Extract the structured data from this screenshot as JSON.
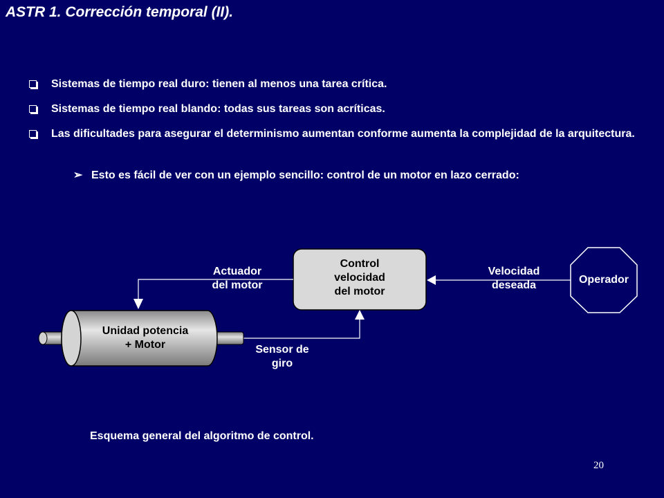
{
  "slide": {
    "title": "ASTR 1. Corrección temporal (II).",
    "bullets": [
      "Sistemas de tiempo real duro: tienen al menos una tarea crítica.",
      "Sistemas de tiempo real blando: todas sus tareas son acríticas.",
      "Las dificultades para asegurar el determinismo aumentan conforme aumenta la complejidad de la arquitectura."
    ],
    "sub_bullet": "Esto es fácil de ver con un ejemplo sencillo: control de un motor en lazo cerrado:",
    "caption": "Esquema general del algoritmo de control.",
    "page_number": "20"
  },
  "diagram": {
    "control_box": [
      "Control",
      "velocidad",
      "del motor"
    ],
    "operator": "Operador",
    "motor": [
      "Unidad potencia",
      "+ Motor"
    ],
    "actuator_label": [
      "Actuador",
      "del motor"
    ],
    "speed_label": [
      "Velocidad",
      "deseada"
    ],
    "sensor_label": [
      "Sensor de",
      "giro"
    ]
  },
  "colors": {
    "background": "#000066",
    "text": "#ffffff",
    "box_fill": "#d9d9d9",
    "motor_fill": "#c0c0c0"
  }
}
